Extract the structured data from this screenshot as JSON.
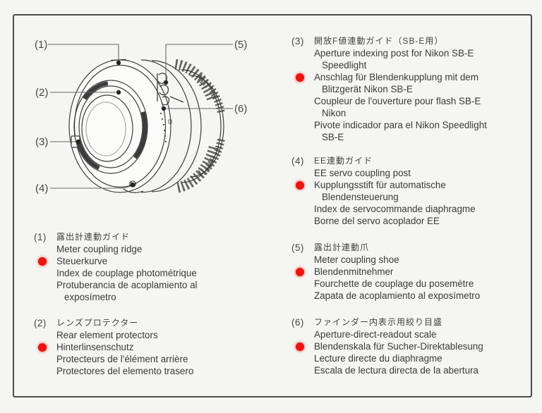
{
  "colors": {
    "accent_red": "#ec1310",
    "ink": "#3a3a3a",
    "paper": "#f5f5f2",
    "frame": "#4c4c4c"
  },
  "diagram": {
    "description": "rear three-quarter line drawing of lens with numbered callouts",
    "callouts": [
      "(1)",
      "(2)",
      "(3)",
      "(4)",
      "(5)",
      "(6)"
    ]
  },
  "legend_left": [
    {
      "number": "(1)",
      "lines": [
        {
          "lang": "ja",
          "text": "露出計連動ガイド"
        },
        {
          "lang": "en",
          "text": "Meter coupling ridge"
        },
        {
          "lang": "de",
          "text": "Steuerkurve",
          "marker": "red-dot"
        },
        {
          "lang": "fr",
          "text": "Index de couplage photométrique"
        },
        {
          "lang": "es",
          "text": "Protuberancia de acoplamiento al"
        },
        {
          "lang": "es",
          "text": "exposímetro",
          "indent": true
        }
      ]
    },
    {
      "number": "(2)",
      "lines": [
        {
          "lang": "ja",
          "text": "レンズプロテクター"
        },
        {
          "lang": "en",
          "text": "Rear element protectors"
        },
        {
          "lang": "de",
          "text": "Hinterlinsenschutz",
          "marker": "red-dot"
        },
        {
          "lang": "fr",
          "text": "Protecteurs de l'élément arrière"
        },
        {
          "lang": "es",
          "text": "Protectores del elemento trasero"
        }
      ]
    }
  ],
  "legend_right": [
    {
      "number": "(3)",
      "lines": [
        {
          "lang": "ja",
          "text": "開放F値連動ガイド（SB-E用）"
        },
        {
          "lang": "en",
          "text": "Aperture indexing post for Nikon SB-E"
        },
        {
          "lang": "en",
          "text": "Speedlight",
          "indent": true
        },
        {
          "lang": "de",
          "text": "Anschlag für Blendenkupplung mit dem",
          "marker": "red-dot"
        },
        {
          "lang": "de",
          "text": "Blitzgerät Nikon SB-E",
          "indent": true
        },
        {
          "lang": "fr",
          "text": "Coupleur de l'ouverture pour flash SB-E"
        },
        {
          "lang": "fr",
          "text": "Nikon",
          "indent": true
        },
        {
          "lang": "es",
          "text": "Pivote indicador para el Nikon Speedlight"
        },
        {
          "lang": "es",
          "text": "SB-E",
          "indent": true
        }
      ]
    },
    {
      "number": "(4)",
      "lines": [
        {
          "lang": "ja",
          "text": "EE連動ガイド"
        },
        {
          "lang": "en",
          "text": "EE servo coupling post"
        },
        {
          "lang": "de",
          "text": "Kupplungsstift für automatische",
          "marker": "red-dot"
        },
        {
          "lang": "de",
          "text": "Blendensteuerung",
          "indent": true
        },
        {
          "lang": "fr",
          "text": "Index de servocommande diaphragme"
        },
        {
          "lang": "es",
          "text": "Borne del servo acoplador EE"
        }
      ]
    },
    {
      "number": "(5)",
      "lines": [
        {
          "lang": "ja",
          "text": "露出計連動爪"
        },
        {
          "lang": "en",
          "text": "Meter coupling shoe"
        },
        {
          "lang": "de",
          "text": "Blendenmitnehmer",
          "marker": "red-dot"
        },
        {
          "lang": "fr",
          "text": "Fourchette de couplage du posemètre"
        },
        {
          "lang": "es",
          "text": "Zapata de acoplamiento al exposímetro"
        }
      ]
    },
    {
      "number": "(6)",
      "lines": [
        {
          "lang": "ja",
          "text": "ファインダー内表示用絞り目盛"
        },
        {
          "lang": "en",
          "text": "Aperture-direct-readout scale"
        },
        {
          "lang": "de",
          "text": "Blendenskala für Sucher-Direktablesung",
          "marker": "red-dot"
        },
        {
          "lang": "fr",
          "text": "Lecture directe du diaphragme"
        },
        {
          "lang": "es",
          "text": "Escala de lectura directa de la abertura"
        }
      ]
    }
  ]
}
